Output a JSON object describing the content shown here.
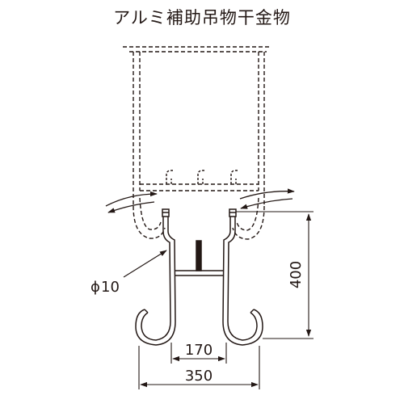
{
  "title": "アルミ補助吊物干金物",
  "labels": {
    "diameter_symbol": "ϕ",
    "diameter": "10",
    "height": "400",
    "inner_width": "170",
    "outer_width": "350"
  },
  "colors": {
    "ink": "#231815",
    "background": "#ffffff"
  }
}
